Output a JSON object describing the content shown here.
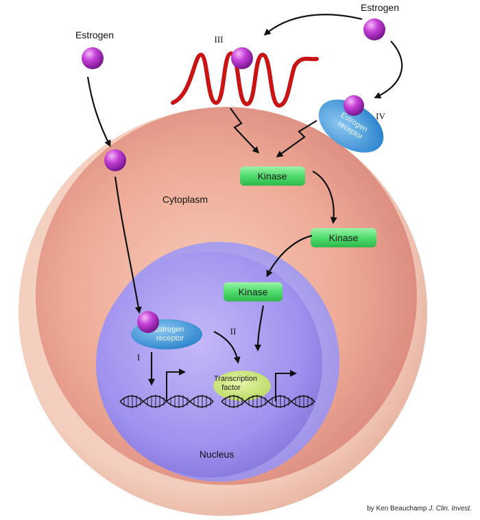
{
  "labels": {
    "estrogen_top_right": "Estrogen",
    "estrogen_top_left": "Estrogen",
    "cytoplasm": "Cytoplasm",
    "nucleus": "Nucleus",
    "pathway_1": "I",
    "pathway_2": "II",
    "pathway_3": "III",
    "pathway_4": "IV"
  },
  "kinases": [
    "Kinase",
    "Kinase",
    "Kinase"
  ],
  "receptor_membrane": [
    "Estrogen",
    "receptor"
  ],
  "receptor_nuclear": [
    "Estrogen",
    "receptor"
  ],
  "transcription_factor": [
    "Transcription",
    "factor"
  ],
  "credit": {
    "author": "by Ken Beauchamp",
    "journal": "J. Clin. Invest."
  },
  "colors": {
    "cell_membrane": "#f2c8b8",
    "cytoplasm": "#e9a99a",
    "nucleus_envelope": "#b3a8f0",
    "nucleus": "#9b8de8",
    "kinase": "#5fe07a",
    "receptor": "#3a97dc",
    "estrogen": "#c03fd0",
    "gpcr": "#d01818",
    "transcription_factor": "#c8e87a"
  }
}
